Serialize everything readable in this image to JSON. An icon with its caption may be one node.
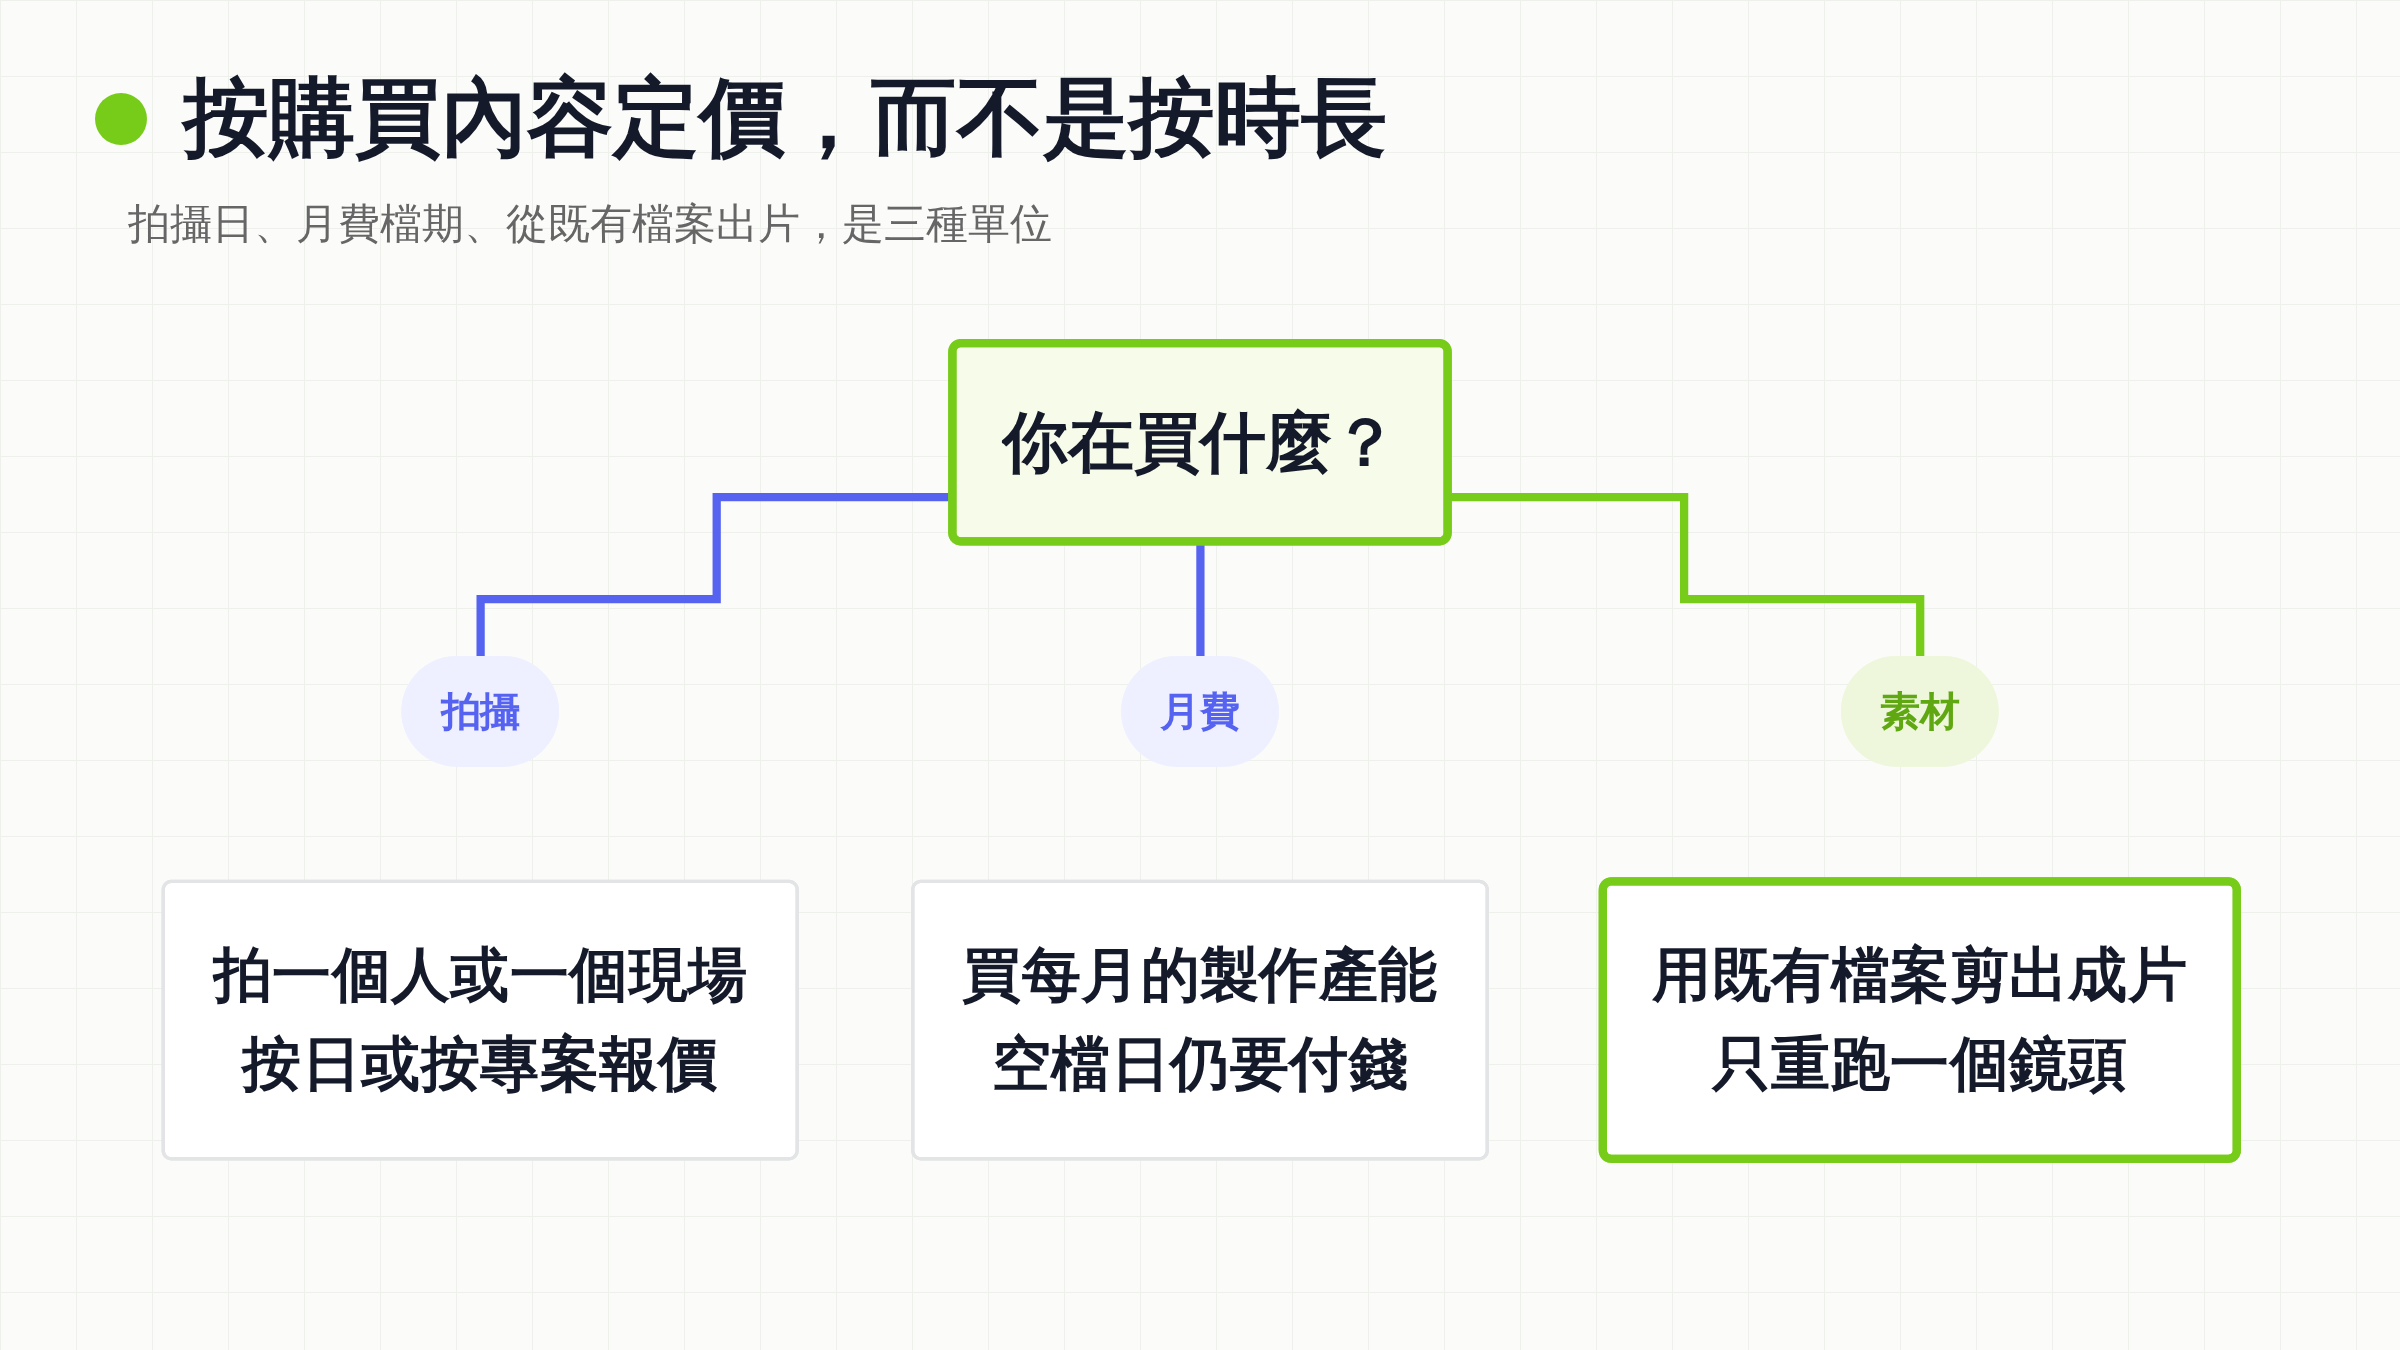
{
  "diagram": {
    "title": "按購買內容定價，而不是按時長",
    "nodes": [
      {
        "text": [
          "你在買什麼？"
        ]
      },
      {
        "text": [
          "拍攝"
        ]
      },
      {
        "text": [
          "月費"
        ]
      },
      {
        "text": [
          "素材"
        ]
      },
      {
        "text": [
          "拍一個人或一個現場",
          "按日或按專案報價"
        ]
      },
      {
        "text": [
          "買每月的製作產能",
          "空檔日仍要付錢"
        ]
      },
      {
        "text": [
          "用既有檔案剪出成片",
          "只重跑一個鏡頭"
        ]
      }
    ],
    "edges": [
      {
        "from": 0,
        "to": 1,
        "arrow": "none",
        "color": "#5563f0"
      },
      {
        "from": 0,
        "to": 2,
        "arrow": "none",
        "color": "#5563f0"
      },
      {
        "from": 0,
        "to": 3,
        "arrow": "none",
        "color": "#77cc1a"
      }
    ],
    "labels": [
      "拍攝日、月費檔期、從既有檔案出片，是三種單位"
    ]
  }
}
